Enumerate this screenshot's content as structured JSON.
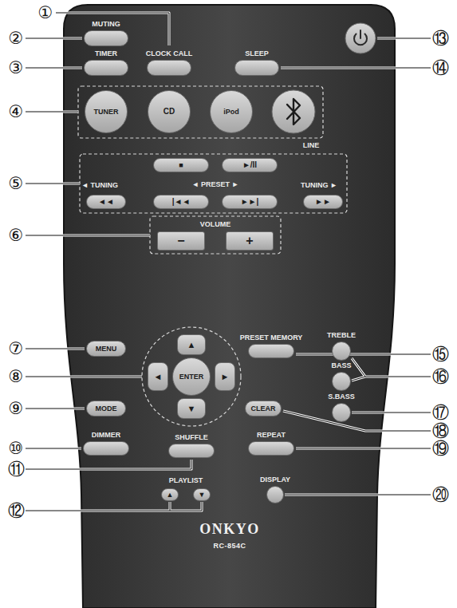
{
  "diagram": {
    "nodes": [
      {
        "text": [
          "ONKYO",
          "RC-854C"
        ]
      },
      {
        "text": [
          "MUTING"
        ],
        "in": 0
      },
      {
        "text": [
          "TIMER"
        ],
        "in": 0
      },
      {
        "text": [
          "CLOCK CALL"
        ],
        "in": 0
      },
      {
        "text": [
          "SLEEP"
        ],
        "in": 0
      },
      {
        "text": [
          "TUNER"
        ],
        "in": 0
      },
      {
        "text": [
          "CD"
        ],
        "in": 0
      },
      {
        "text": [
          "iPod"
        ],
        "in": 0
      },
      {
        "text": [
          "■"
        ],
        "in": 0
      },
      {
        "text": [
          "►/II"
        ],
        "in": 0
      },
      {
        "text": [
          "◄◄"
        ],
        "in": 0
      },
      {
        "text": [
          "|◄◄"
        ],
        "in": 0
      },
      {
        "text": [
          "►►|"
        ],
        "in": 0
      },
      {
        "text": [
          "►►"
        ],
        "in": 0
      },
      {
        "text": [
          "−"
        ],
        "in": 0
      },
      {
        "text": [
          "+"
        ],
        "in": 0
      },
      {
        "text": [
          "MENU"
        ],
        "in": 0
      },
      {
        "text": [
          "▲"
        ],
        "in": 0
      },
      {
        "text": [
          "◄"
        ],
        "in": 0
      },
      {
        "text": [
          "ENTER"
        ],
        "in": 0
      },
      {
        "text": [
          "►"
        ],
        "in": 0
      },
      {
        "text": [
          "▼"
        ],
        "in": 0
      },
      {
        "text": [
          "PRESET MEMORY"
        ],
        "in": 0
      },
      {
        "text": [
          "TREBLE"
        ],
        "in": 0
      },
      {
        "text": [
          "BASS"
        ],
        "in": 0
      },
      {
        "text": [
          "MODE"
        ],
        "in": 0
      },
      {
        "text": [
          "CLEAR"
        ],
        "in": 0
      },
      {
        "text": [
          "S.BASS"
        ],
        "in": 0
      },
      {
        "text": [
          "DIMMER"
        ],
        "in": 0
      },
      {
        "text": [
          "SHUFFLE"
        ],
        "in": 0
      },
      {
        "text": [
          "REPEAT"
        ],
        "in": 0
      },
      {
        "text": [
          "▲"
        ],
        "in": 0
      },
      {
        "text": [
          "▼"
        ],
        "in": 0
      },
      {
        "text": [
          "DISPLAY"
        ],
        "in": 0
      }
    ],
    "labels": [
      "①",
      "②",
      "③",
      "④",
      "⑤",
      "⑥",
      "⑦",
      "⑧",
      "⑨",
      "⑩",
      "⑪",
      "⑫",
      "⑬",
      "⑭",
      "⑮",
      "⑯",
      "⑰",
      "⑱",
      "⑲",
      "⑳",
      "◄ TUNING",
      "◄ PRESET ►",
      "TUNING ►",
      "VOLUME",
      "LINE",
      "PLAYLIST"
    ]
  }
}
